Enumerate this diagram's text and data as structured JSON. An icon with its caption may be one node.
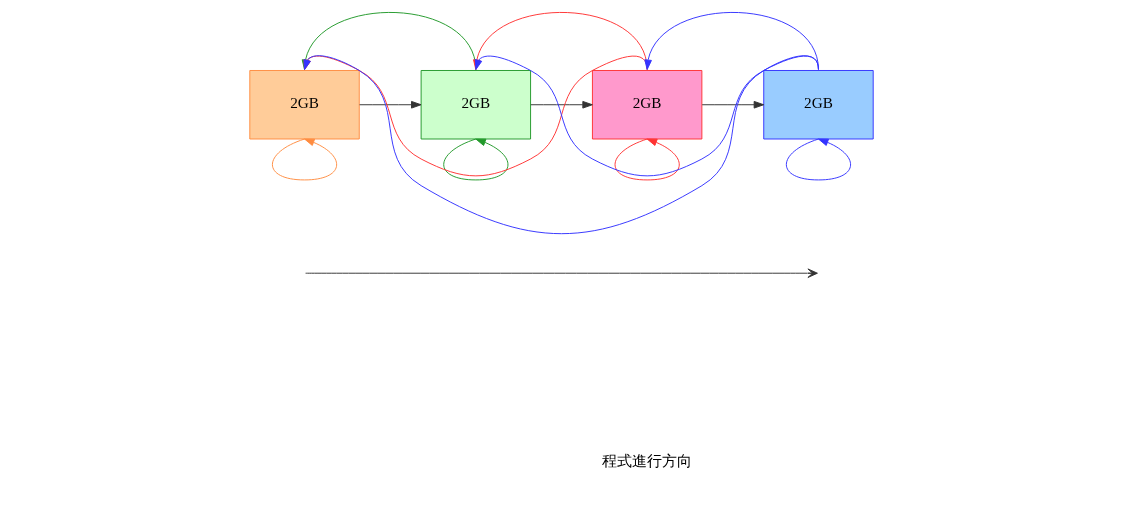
{
  "diagram": {
    "nodes": [
      {
        "text": [
          "2GB"
        ]
      },
      {
        "text": [
          "2GB"
        ]
      },
      {
        "text": [
          "2GB"
        ]
      },
      {
        "text": [
          "2GB"
        ]
      }
    ],
    "edges": [
      {
        "from": 3,
        "to": 1,
        "arrow": "to",
        "color": "#3333ff"
      },
      {
        "from": 3,
        "to": 0,
        "arrow": "to",
        "color": "#3333ff"
      },
      {
        "from": 2,
        "to": 0,
        "arrow": "to",
        "color": "#ff3333"
      },
      {
        "from": 3,
        "to": 2,
        "arrow": "to",
        "color": "#3333ff"
      },
      {
        "from": 1,
        "to": 0,
        "arrow": "to",
        "color": "#22992a"
      },
      {
        "from": 2,
        "to": 1,
        "arrow": "to",
        "color": "#ff3333"
      },
      {
        "from": 0,
        "to": 1,
        "arrow": "to",
        "color": "#333333"
      },
      {
        "from": 1,
        "to": 2,
        "arrow": "to",
        "color": "#333333"
      },
      {
        "from": 2,
        "to": 3,
        "arrow": "to",
        "color": "#333333"
      },
      {
        "from": 0,
        "to": 0,
        "arrow": "to",
        "color": "#ff8c40"
      },
      {
        "from": 1,
        "to": 1,
        "arrow": "to",
        "color": "#22992a"
      },
      {
        "from": 2,
        "to": 2,
        "arrow": "to",
        "color": "#ff3333"
      },
      {
        "from": 3,
        "to": 3,
        "arrow": "to",
        "color": "#3333ff"
      }
    ],
    "labels": [
      "程式進行方向"
    ]
  }
}
